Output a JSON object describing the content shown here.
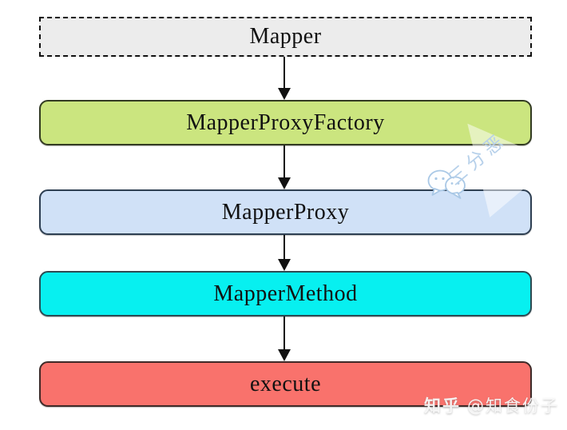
{
  "page": {
    "background": "#ffffff"
  },
  "flowchart": {
    "nodes": [
      {
        "id": "mapper",
        "label": "Mapper",
        "bg": "#ececec",
        "border_color": "#111111",
        "border_style": "dashed",
        "shape": "rect"
      },
      {
        "id": "mapper-proxy-factory",
        "label": "MapperProxyFactory",
        "bg": "#cbe57f",
        "border_color": "#333b22",
        "border_style": "solid",
        "shape": "rounded"
      },
      {
        "id": "mapper-proxy",
        "label": "MapperProxy",
        "bg": "#d0e1f7",
        "border_color": "#2e3f52",
        "border_style": "solid",
        "shape": "rounded"
      },
      {
        "id": "mapper-method",
        "label": "MapperMethod",
        "bg": "#07f0f0",
        "border_color": "#2c4a52",
        "border_style": "solid",
        "shape": "rounded"
      },
      {
        "id": "execute",
        "label": "execute",
        "bg": "#f9726c",
        "border_color": "#3f2a28",
        "border_style": "solid",
        "shape": "rounded"
      }
    ],
    "edges": [
      {
        "from": "mapper",
        "to": "mapper-proxy-factory"
      },
      {
        "from": "mapper-proxy-factory",
        "to": "mapper-proxy"
      },
      {
        "from": "mapper-proxy",
        "to": "mapper-method"
      },
      {
        "from": "mapper-method",
        "to": "execute"
      }
    ],
    "arrow_color": "#111111",
    "text_color": "#111111"
  },
  "watermark": {
    "icon": "wechat-icon",
    "brand_text": "三分恶",
    "color": "#b6d0ea"
  },
  "attribution": {
    "brand": "知乎",
    "user": "@知食份子"
  }
}
